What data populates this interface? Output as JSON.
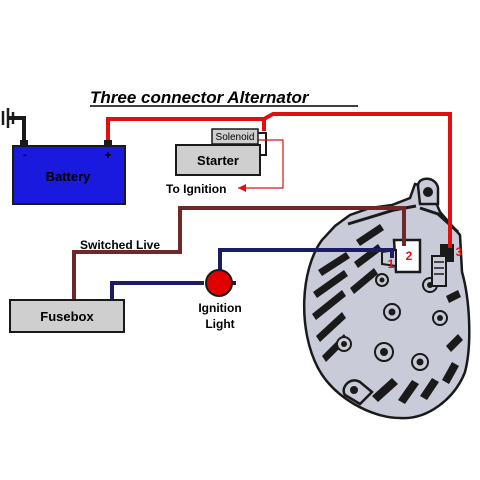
{
  "title": "Three connector Alternator",
  "battery": {
    "label": "Battery",
    "minus": "-",
    "plus": "+"
  },
  "solenoid": {
    "label": "Solenoid"
  },
  "starter": {
    "label": "Starter"
  },
  "ignition": {
    "label": "To Ignition"
  },
  "switched_live": {
    "label": "Switched Live"
  },
  "fusebox": {
    "label": "Fusebox"
  },
  "ignition_light": {
    "line1": "Ignition",
    "line2": "Light"
  },
  "terminals": {
    "t1": "1",
    "t2": "2",
    "t3": "3"
  },
  "colors": {
    "battery_fill": "#1a1adf",
    "positive_wire": "#e01010",
    "negative_wire": "#1a1a1a",
    "switched_wire": "#6e2828",
    "lamp_wire": "#1c1c66",
    "box_fill": "#cfcfcf",
    "lamp_fill": "#e00000",
    "terminal_label": "#e01010",
    "alternator_body": "#c9ccd8"
  },
  "icons": [
    "ground-icon",
    "alternator-icon",
    "ignition-light-icon"
  ]
}
